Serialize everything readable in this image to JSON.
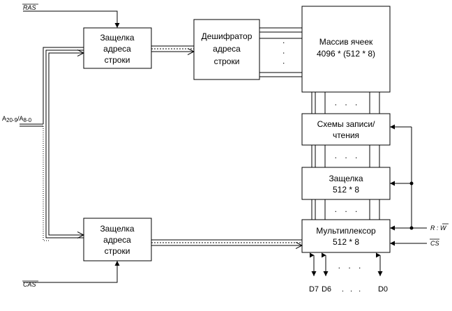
{
  "signals": {
    "ras": "RAS",
    "cas": "CAS",
    "address_main": "A",
    "address_sub1": "20-9",
    "address_sep": "/A",
    "address_sub2": "8-0",
    "rw_r": "R",
    "rw_sep": " : ",
    "rw_w": "W",
    "cs": "CS"
  },
  "blocks": {
    "row_latch_top": [
      "Защелка",
      "адреса",
      "строки"
    ],
    "decoder": [
      "Дешифратор",
      "адреса",
      "строки"
    ],
    "cell_array": [
      "Массив ячеек",
      "4096 * (512 * 8)"
    ],
    "rw_circuits": [
      "Схемы записи/",
      "чтения"
    ],
    "latch_512": [
      "Защелка",
      "512 * 8"
    ],
    "multiplexer": [
      "Мультиплексор",
      "512 * 8"
    ],
    "row_latch_bottom": [
      "Защелка",
      "адреса",
      "строки"
    ]
  },
  "data_pins": {
    "d7": "D7",
    "d6": "D6",
    "dots": ". . .",
    "d0": "D0"
  },
  "ellipsis": ". . ."
}
